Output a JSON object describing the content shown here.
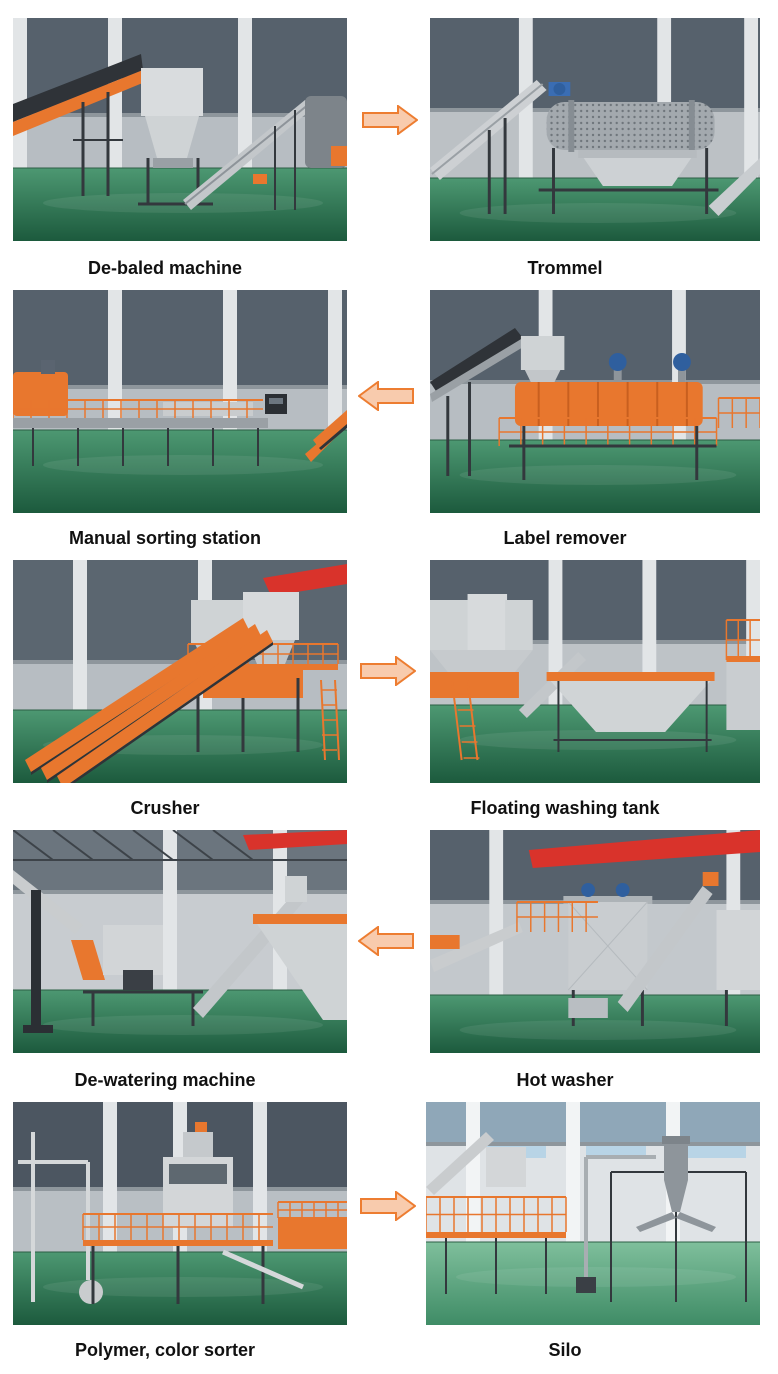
{
  "steps": [
    {
      "caption": "De-baled machine"
    },
    {
      "caption": "Trommel"
    },
    {
      "caption": "Label remover"
    },
    {
      "caption": "Manual sorting station"
    },
    {
      "caption": "Crusher"
    },
    {
      "caption": "Floating washing tank"
    },
    {
      "caption": "Hot washer"
    },
    {
      "caption": "De-watering machine"
    },
    {
      "caption": "Polymer, color sorter"
    },
    {
      "caption": "Silo"
    }
  ],
  "arrows": [
    {
      "direction": "right",
      "icon": "arrow-right-icon"
    },
    {
      "direction": "left",
      "icon": "arrow-left-icon"
    },
    {
      "direction": "right",
      "icon": "arrow-right-icon"
    },
    {
      "direction": "left",
      "icon": "arrow-left-icon"
    },
    {
      "direction": "right",
      "icon": "arrow-right-icon"
    }
  ],
  "colors": {
    "arrow_fill": "#f8cbad",
    "arrow_stroke": "#ed7d31",
    "machine_orange": "#e8772e"
  }
}
